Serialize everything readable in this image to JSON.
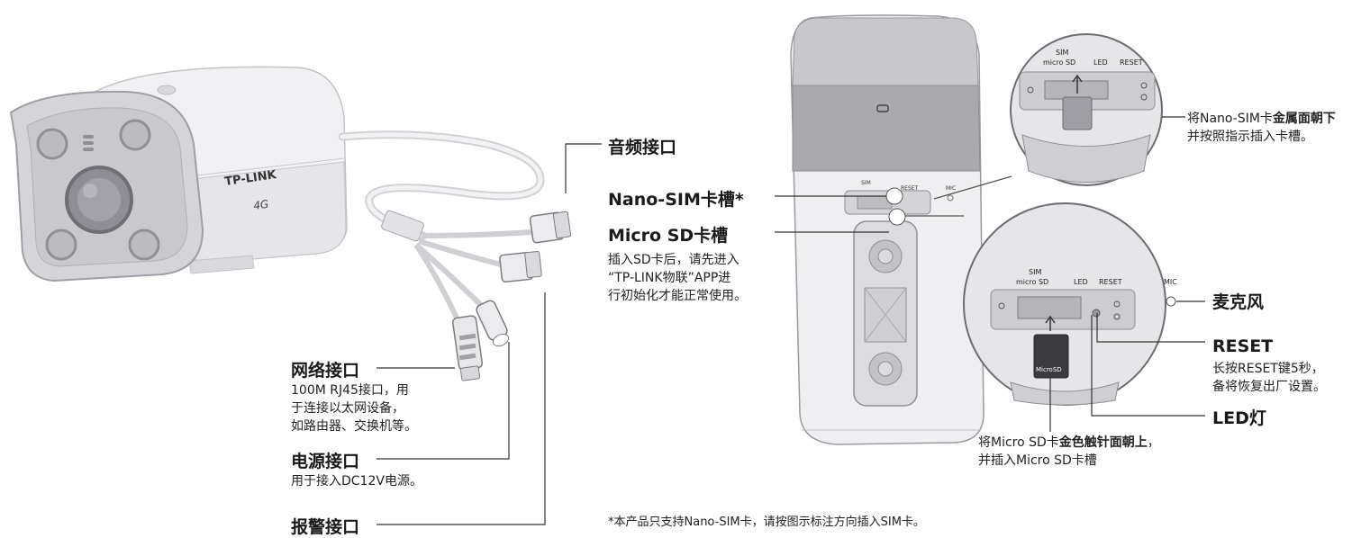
{
  "camera": {
    "brand": "TP-LINK",
    "network_badge": "4G"
  },
  "ports": {
    "audio": {
      "title": "音频接口"
    },
    "network": {
      "title": "网络接口",
      "desc": [
        "100M RJ45接口，用",
        "于连接以太网设备，",
        "如路由器、交换机等。"
      ]
    },
    "power": {
      "title": "电源接口",
      "desc": "用于接入DC12V电源。"
    },
    "alarm": {
      "title": "报警接口"
    }
  },
  "slots": {
    "nano_sim": {
      "title": "Nano-SIM卡槽*"
    },
    "micro_sd": {
      "title": "Micro SD卡槽",
      "desc": [
        "插入SD卡后，请先进入",
        "“TP-LINK物联”APP进",
        "行初始化才能正常使用。"
      ]
    }
  },
  "panel_labels": {
    "sim": "SIM",
    "micro_sd": "micro SD",
    "led": "LED",
    "reset": "RESET",
    "mic": "MIC",
    "card": "MicroSD"
  },
  "callouts": {
    "sim_insert": {
      "line1_pre": "将Nano-SIM卡",
      "line1_bold": "金属面朝下",
      "line2": "并按照指示插入卡槽。"
    },
    "mic": {
      "title": "麦克风"
    },
    "reset": {
      "title": "RESET",
      "desc": [
        "长按RESET键5秒，",
        "备将恢复出厂设置。"
      ]
    },
    "led": {
      "title": "LED灯"
    },
    "sd_insert": {
      "line1_pre": "将Micro SD卡",
      "line1_bold": "金色触针面朝上",
      "line1_post": "，",
      "line2": "并插入Micro SD卡槽"
    }
  },
  "footnote": "*本产品只支持Nano-SIM卡，请按图示标注方向插入SIM卡。"
}
